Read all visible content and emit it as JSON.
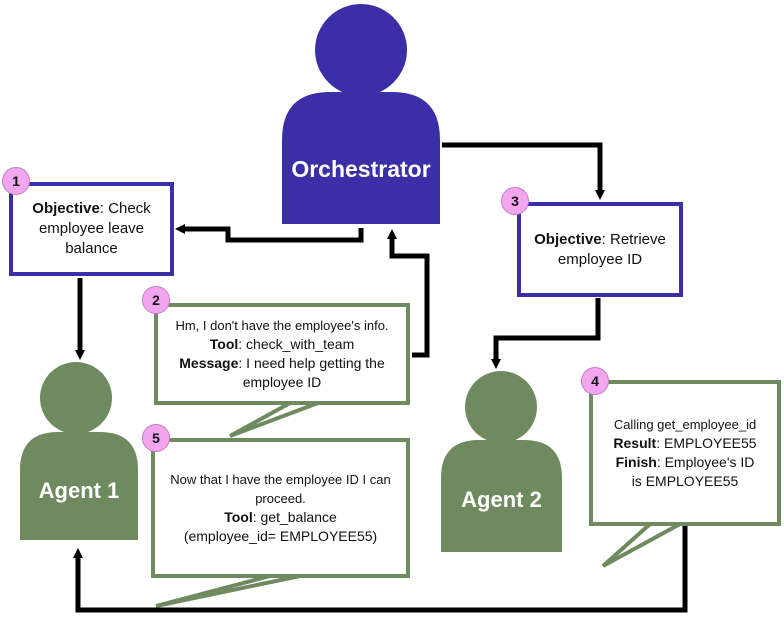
{
  "orchestrator": {
    "label": "Orchestrator",
    "color": "#3a2fa6"
  },
  "agent1": {
    "label": "Agent 1",
    "color": "#6e8a5e"
  },
  "agent2": {
    "label": "Agent 2",
    "color": "#6e8a5e"
  },
  "step1": {
    "badge": "1",
    "objective_label": "Objective",
    "text_a": ": Check",
    "text_b": "employee leave",
    "text_c": "balance"
  },
  "step2": {
    "badge": "2",
    "line1": "Hm, I don't have the employee's info.",
    "tool_label": "Tool",
    "tool_value": ": check_with_team",
    "message_label": "Message",
    "message_value": ": I need help getting the",
    "line4": "employee ID"
  },
  "step3": {
    "badge": "3",
    "objective_label": "Objective",
    "text_a": ": Retrieve",
    "text_b": "employee ID"
  },
  "step4": {
    "badge": "4",
    "line1": "Calling get_employee_id",
    "result_label": "Result",
    "result_value": ": EMPLOYEE55",
    "finish_label": "Finish",
    "finish_value": ": Employee's ID",
    "line4": "is EMPLOYEE55"
  },
  "step5": {
    "badge": "5",
    "line1": "Now that I have the employee ID I can",
    "line2": "proceed.",
    "tool_label": "Tool",
    "tool_value": ": get_balance",
    "line4": "(employee_id= EMPLOYEE55)"
  },
  "colors": {
    "objective_border": "#3a2fa6",
    "bubble_border": "#6e8a5e",
    "badge_fill": "#f2a6f0",
    "arrow": "#000000"
  }
}
